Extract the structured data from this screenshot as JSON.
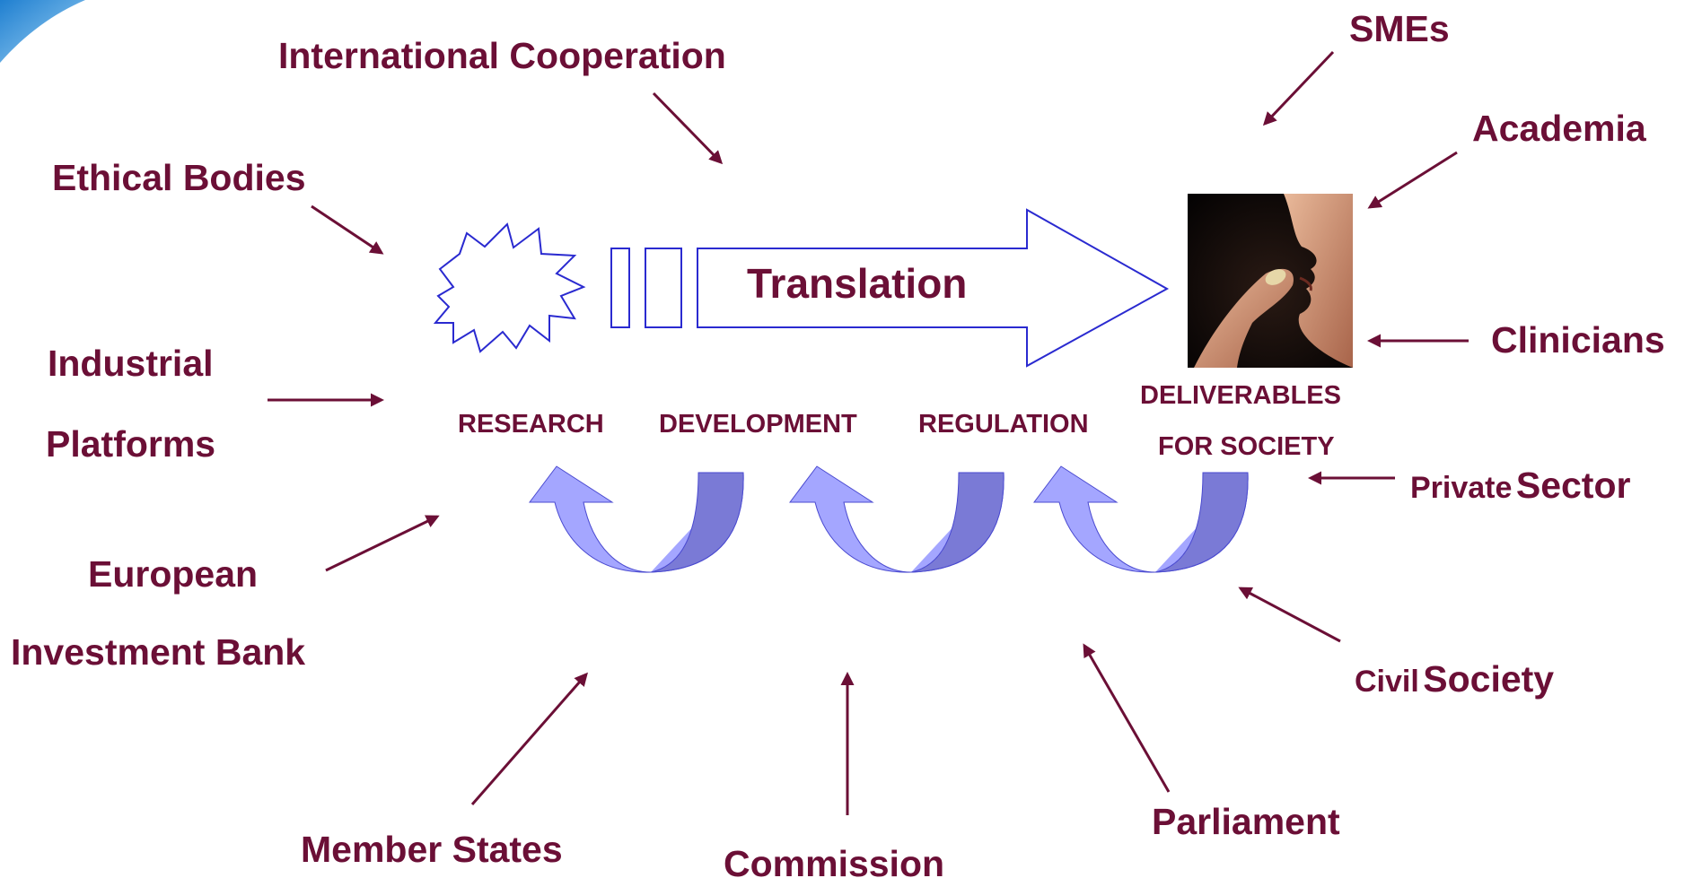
{
  "diagram": {
    "main_arrow": {
      "label": "Translation"
    },
    "stages": [
      {
        "id": "research",
        "label": "RESEARCH"
      },
      {
        "id": "development",
        "label": "DEVELOPMENT"
      },
      {
        "id": "regulation",
        "label": "REGULATION"
      },
      {
        "id": "deliverables",
        "label_line1": "DELIVERABLES",
        "label_line2": "FOR SOCIETY"
      }
    ],
    "stakeholders": {
      "international_cooperation": "International Cooperation",
      "smes": "SMEs",
      "academia": "Academia",
      "ethical_bodies": "Ethical Bodies",
      "clinicians": "Clinicians",
      "industrial_platforms_line1": "Industrial",
      "industrial_platforms_line2": "Platforms",
      "private_sector_word1": "Private",
      "private_sector_word2": "Sector",
      "european_investment_bank_line1": "European",
      "european_investment_bank_line2": "Investment Bank",
      "civil_society_word1": "Civil",
      "civil_society_word2": "Society",
      "member_states": "Member States",
      "commission": "Commission",
      "parliament": "Parliament"
    },
    "colors": {
      "label_text": "#6b0f36",
      "pointer_arrows": "#6b0f36",
      "flow_outline": "#2a2ad0",
      "feedback_light": "#a4a6ff",
      "feedback_dark": "#7a7ad6",
      "corner_accent": "#3a9ee0"
    },
    "image": {
      "description_icon": "person-taking-pill-photo"
    }
  }
}
